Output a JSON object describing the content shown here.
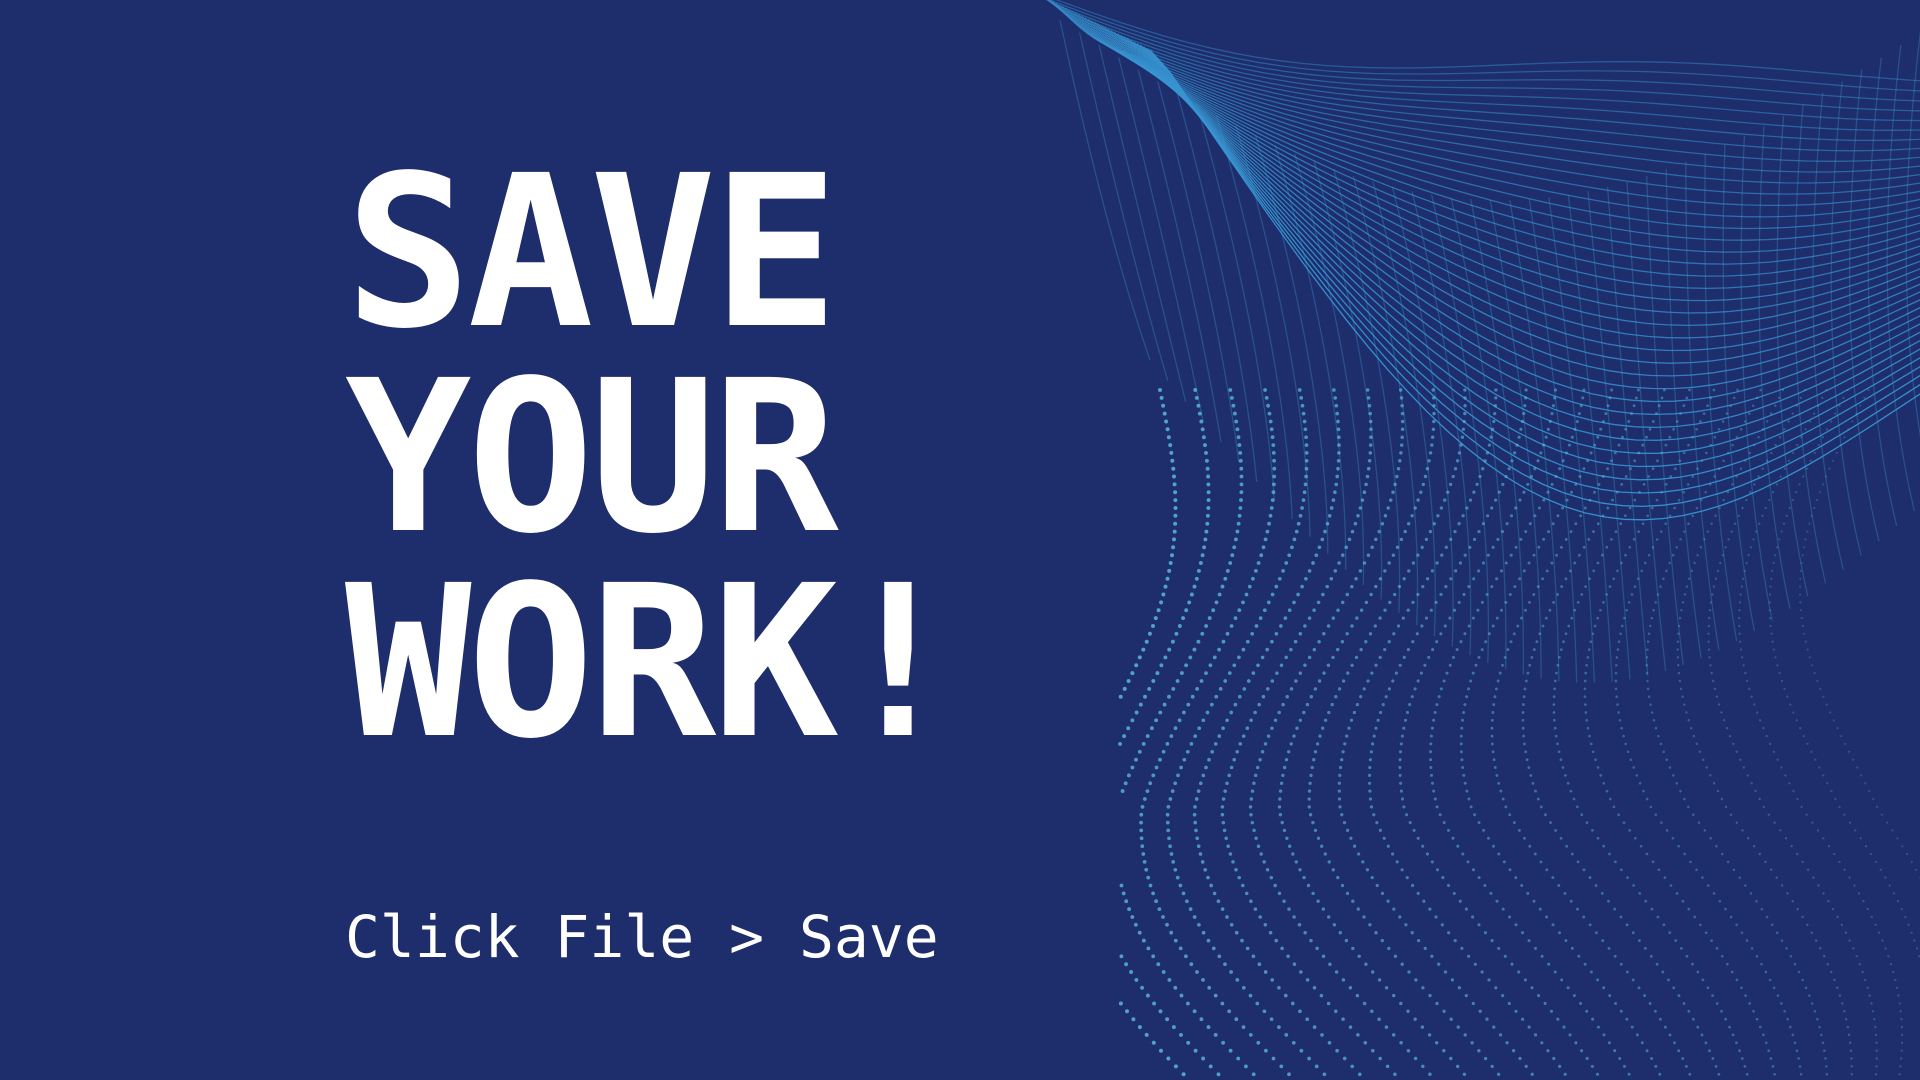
{
  "headline": {
    "line1": "SAVE",
    "line2": "YOUR",
    "line3": "WORK!"
  },
  "instruction": "Click File > Save",
  "colors": {
    "background": "#1e2d6b",
    "text": "#ffffff",
    "line_art": "#3aa0dc",
    "dot_art": "#5fc4ea"
  }
}
